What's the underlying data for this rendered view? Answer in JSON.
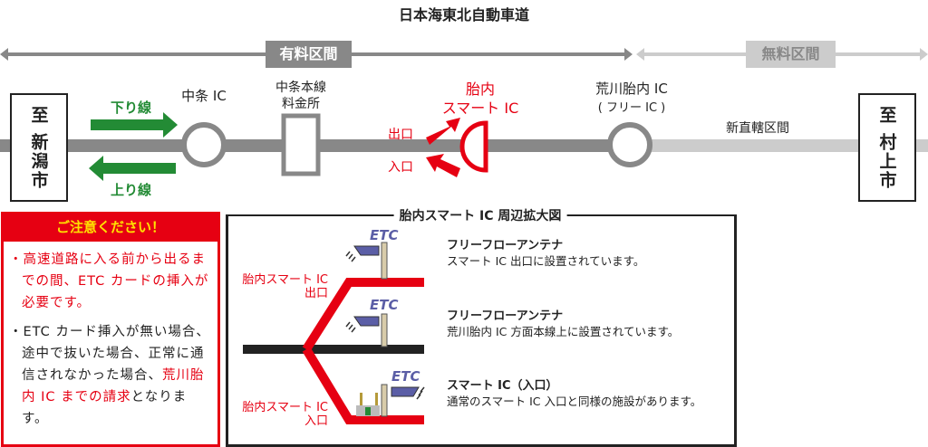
{
  "title": "日本海東北自動車道",
  "sections": {
    "toll": "有料区間",
    "free": "無料区間"
  },
  "destinations": {
    "left": "至 新潟市",
    "right": "至 村上市"
  },
  "directions": {
    "down": "下り線",
    "up": "上り線"
  },
  "points": {
    "nakajo_ic": "中条 IC",
    "tollgate_l1": "中条本線",
    "tollgate_l2": "料金所",
    "smart_l1": "胎内",
    "smart_l2": "スマート IC",
    "exit": "出口",
    "entrance": "入口",
    "arakawa_l1": "荒川胎内 IC",
    "arakawa_l2": "( フリー IC )",
    "new_direct": "新直轄区間"
  },
  "notice": {
    "header": "ご注意ください！",
    "item1": "・高速道路に入る前から出るまでの間、ETC カードの挿入が必要です。",
    "item2_a": "・ETC カード挿入が無い場合、途中で抜いた場合、正常に通信されなかった場合、",
    "item2_b": "荒川胎内 IC までの請求",
    "item2_c": "となります。"
  },
  "detail": {
    "title": "胎内スマート IC 周辺拡大図",
    "label_exit_1": "胎内スマート IC",
    "label_exit_2": "出口",
    "label_entr_1": "胎内スマート IC",
    "label_entr_2": "入口",
    "etc": "ETC",
    "items": [
      {
        "heading": "フリーフローアンテナ",
        "desc": "スマート IC 出口に設置されています。"
      },
      {
        "heading": "フリーフローアンテナ",
        "desc": "荒川胎内 IC 方面本線上に設置されています。"
      },
      {
        "heading": "スマート IC（入口）",
        "desc": "通常のスマート IC 入口と同様の施設があります。"
      }
    ]
  },
  "colors": {
    "red": "#e60012",
    "green": "#238b35",
    "gray": "#888888",
    "light": "#cccccc"
  }
}
